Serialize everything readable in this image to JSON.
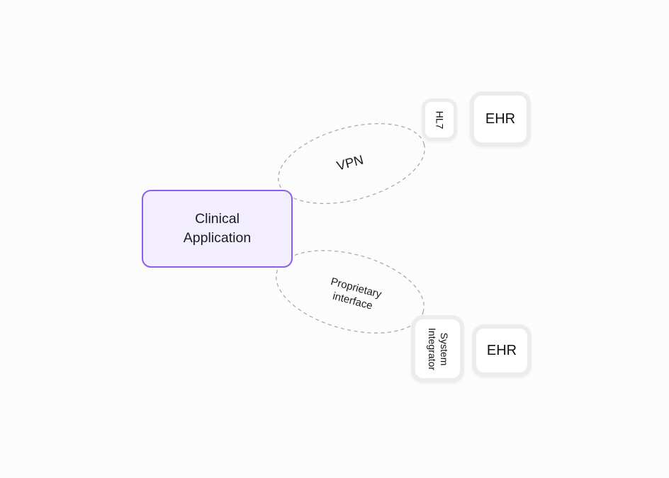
{
  "colors": {
    "background": "#FCFCFC",
    "clinical_box_border": "#8F5CF0",
    "clinical_box_fill": "#F3EEFD",
    "keycap_border": "#ECECEC",
    "keycap_fill": "#FFFFFF",
    "ellipse_dash": "#AAAAAA",
    "text": "#1A1A1F"
  },
  "nodes": {
    "clinical_application": {
      "label": "Clinical\nApplication"
    },
    "vpn_ellipse": {
      "label": "VPN"
    },
    "proprietary_ellipse": {
      "label": "Proprietary\ninterface"
    },
    "hl7": {
      "label": "HL7"
    },
    "ehr_top": {
      "label": "EHR"
    },
    "system_integrator": {
      "label": "System\nIntegrator"
    },
    "ehr_bottom": {
      "label": "EHR"
    }
  }
}
